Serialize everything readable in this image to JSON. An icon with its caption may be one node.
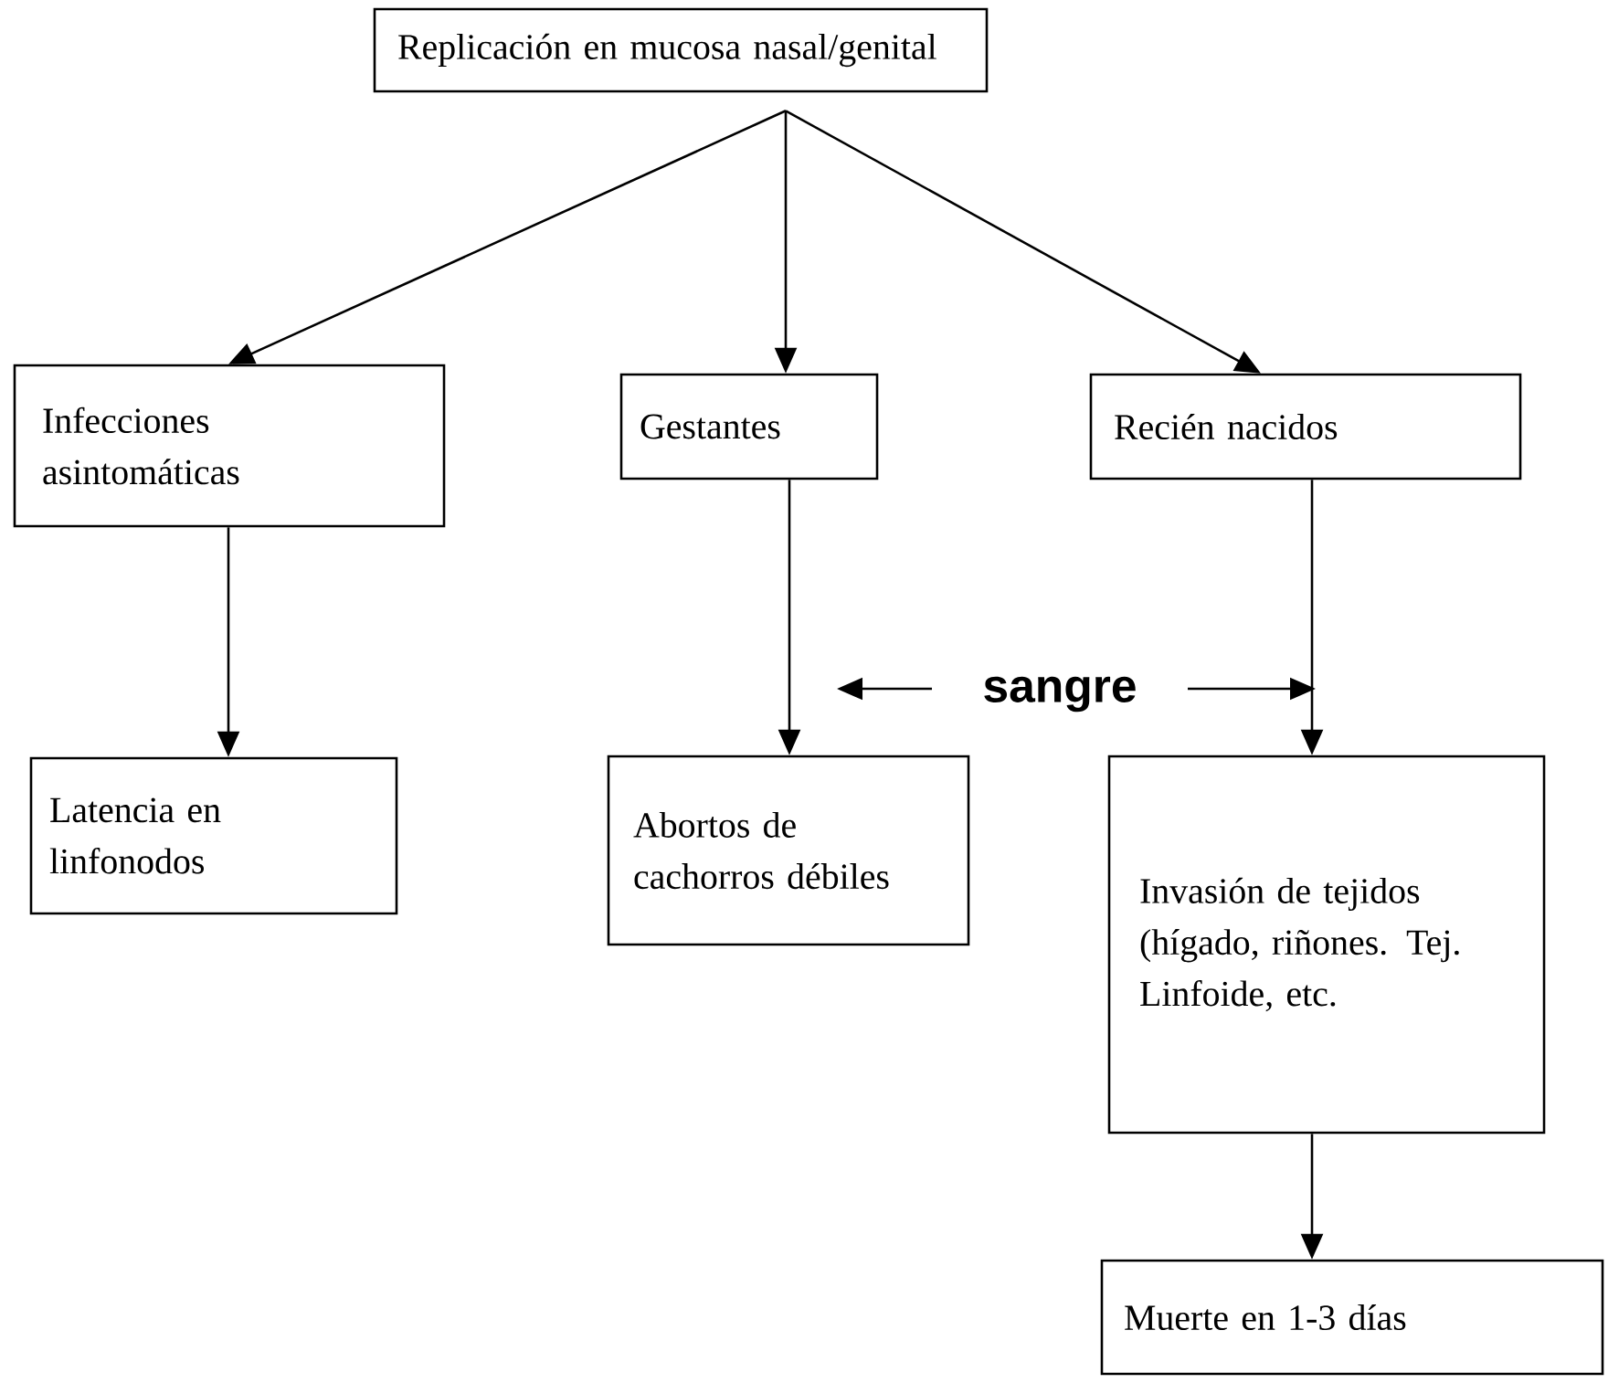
{
  "diagram": {
    "nodes": [
      {
        "text": [
          "Replicación en mucosa nasal/genital"
        ]
      },
      {
        "text": [
          "Infecciones asintomáticas"
        ]
      },
      {
        "text": [
          "Gestantes"
        ]
      },
      {
        "text": [
          "Recién nacidos"
        ]
      },
      {
        "text": [
          "Latencia en linfonodos"
        ]
      },
      {
        "text": [
          "Abortos de cachorros débiles"
        ]
      },
      {
        "text": [
          "Invasión de tejidos (hígado, riñones. Tej. Linfoide, etc."
        ]
      },
      {
        "text": [
          "Muerte en 1-3 días"
        ]
      }
    ],
    "edges": [
      {
        "from": 0,
        "to": 1,
        "arrow": "to"
      },
      {
        "from": 0,
        "to": 2,
        "arrow": "to"
      },
      {
        "from": 0,
        "to": 3,
        "arrow": "to"
      },
      {
        "from": 1,
        "to": 4,
        "arrow": "to"
      },
      {
        "from": 2,
        "to": 5,
        "arrow": "to"
      },
      {
        "from": 3,
        "to": 6,
        "arrow": "to"
      },
      {
        "from": 6,
        "to": 7,
        "arrow": "to"
      }
    ],
    "labels": [
      "sangre"
    ]
  }
}
